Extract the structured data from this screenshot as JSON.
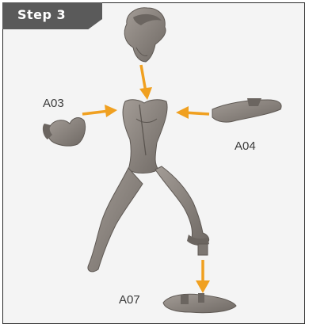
{
  "step": {
    "title": "Step 3"
  },
  "parts": {
    "left_arm": {
      "label": "A03"
    },
    "right_arm": {
      "label": "A04"
    },
    "base_part": {
      "label": "A07"
    }
  },
  "colors": {
    "badge": "#5a5a5a",
    "arrow": "#f0a020",
    "figure": "#8c8580",
    "figure_shadow": "#6b6560",
    "frame_border": "#2b2b2b",
    "background": "#f4f4f4"
  }
}
